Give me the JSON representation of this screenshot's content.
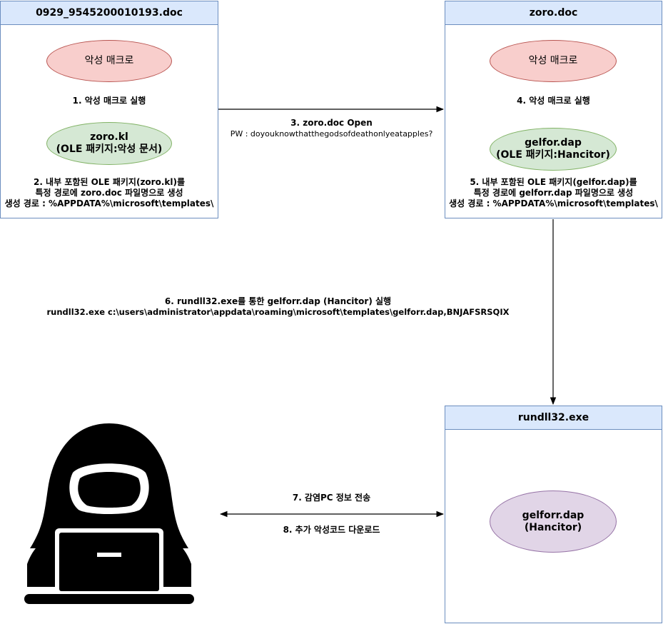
{
  "box1": {
    "title": "0929_9545200010193.doc",
    "macro": "악성 매크로",
    "step1": "1. 악성 매크로 실행",
    "ole_line1": "zoro.kl",
    "ole_line2": "(OLE 패키지:악성 문서)",
    "step2_line1": "2. 내부 포함된 OLE 패키지(zoro.kl)를",
    "step2_line2": "특정 경로에 zoro.doc 파일명으로 생성",
    "step2_line3": "생성 경로 : %APPDATA%\\microsoft\\templates\\"
  },
  "box2": {
    "title": "zoro.doc",
    "macro": "악성 매크로",
    "step4": "4. 악성 매크로 실행",
    "ole_line1": "gelfor.dap",
    "ole_line2": "(OLE 패키지:Hancitor)",
    "step5_line1": "5. 내부 포함된 OLE 패키지(gelfor.dap)를",
    "step5_line2": "특정 경로에 gelforr.dap 파일명으로 생성",
    "step5_line3": "생성 경로 : %APPDATA%\\microsoft\\templates\\"
  },
  "box3": {
    "title": "rundll32.exe",
    "node_line1": "gelforr.dap",
    "node_line2": "(Hancitor)"
  },
  "edges": {
    "step3_line1": "3. zoro.doc Open",
    "step3_line2": "PW : doyouknowthatthegodsofdeathonlyeatapples?",
    "step6_line1": "6. rundll32.exe를 통한 gelforr.dap (Hancitor) 실행",
    "step6_line2": "rundll32.exe c:\\users\\administrator\\appdata\\roaming\\microsoft\\templates\\gelforr.dap,BNJAFSRSQIX",
    "step7": "7. 감염PC 정보 전송",
    "step8": "8. 추가 악성코드 다운로드"
  },
  "icons": {
    "attacker": "hacker-icon"
  },
  "colors": {
    "box_header": "#dae8fc",
    "box_border": "#6c8ebf",
    "macro_fill": "#f8cecc",
    "ole_fill": "#d5e8d4",
    "hancitor_fill": "#e1d5e7"
  }
}
